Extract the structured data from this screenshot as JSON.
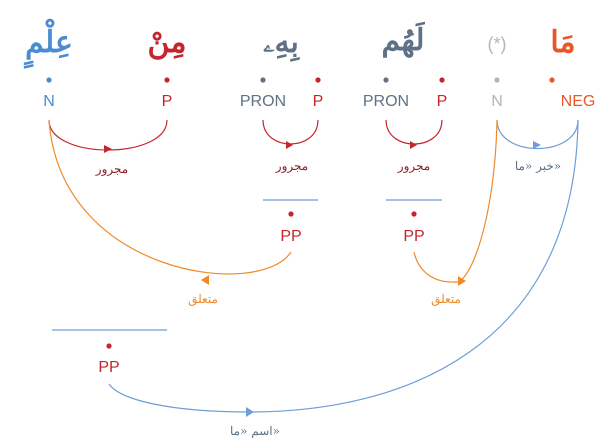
{
  "colors": {
    "nominal": "#4a8bd1",
    "preposition": "#c4262e",
    "pronoun": "#5f7184",
    "negative": "#e8572a",
    "elided": "#b5b5b5",
    "dependency_red": "#c4262e",
    "dependency_orange": "#ef8a2a",
    "dependency_blue": "#6f9ed6",
    "label_text": "#8a1f26",
    "pp_bar": "#6f9ed6"
  },
  "words": [
    {
      "id": "w1",
      "arabic": "مَا",
      "tag": "NEG",
      "color": "negative"
    },
    {
      "id": "w2",
      "arabic": "(*)",
      "tag": "N",
      "color": "elided"
    },
    {
      "id": "w3",
      "arabic": "لَهُم",
      "tag_pron": "PRON",
      "tag_prep": "P",
      "color": "pronoun",
      "prefix_color": "preposition"
    },
    {
      "id": "w4",
      "arabic": "بِهِۦ",
      "tag_pron": "PRON",
      "tag_prep": "P",
      "color": "pronoun",
      "prefix_color": "preposition"
    },
    {
      "id": "w5",
      "arabic": "مِنْ",
      "tag": "P",
      "color": "preposition"
    },
    {
      "id": "w6",
      "arabic": "عِلْمٍ",
      "tag": "N",
      "color": "nominal"
    }
  ],
  "phrases": [
    {
      "id": "pp_w3",
      "tag": "PP"
    },
    {
      "id": "pp_w4",
      "tag": "PP"
    },
    {
      "id": "pp_w5",
      "tag": "PP"
    }
  ],
  "relations": {
    "majrur": "مجرور",
    "khabar_ma": "خبر «ما»",
    "mutaalliq": "متعلق",
    "ism_ma": "اسم «ما»"
  }
}
